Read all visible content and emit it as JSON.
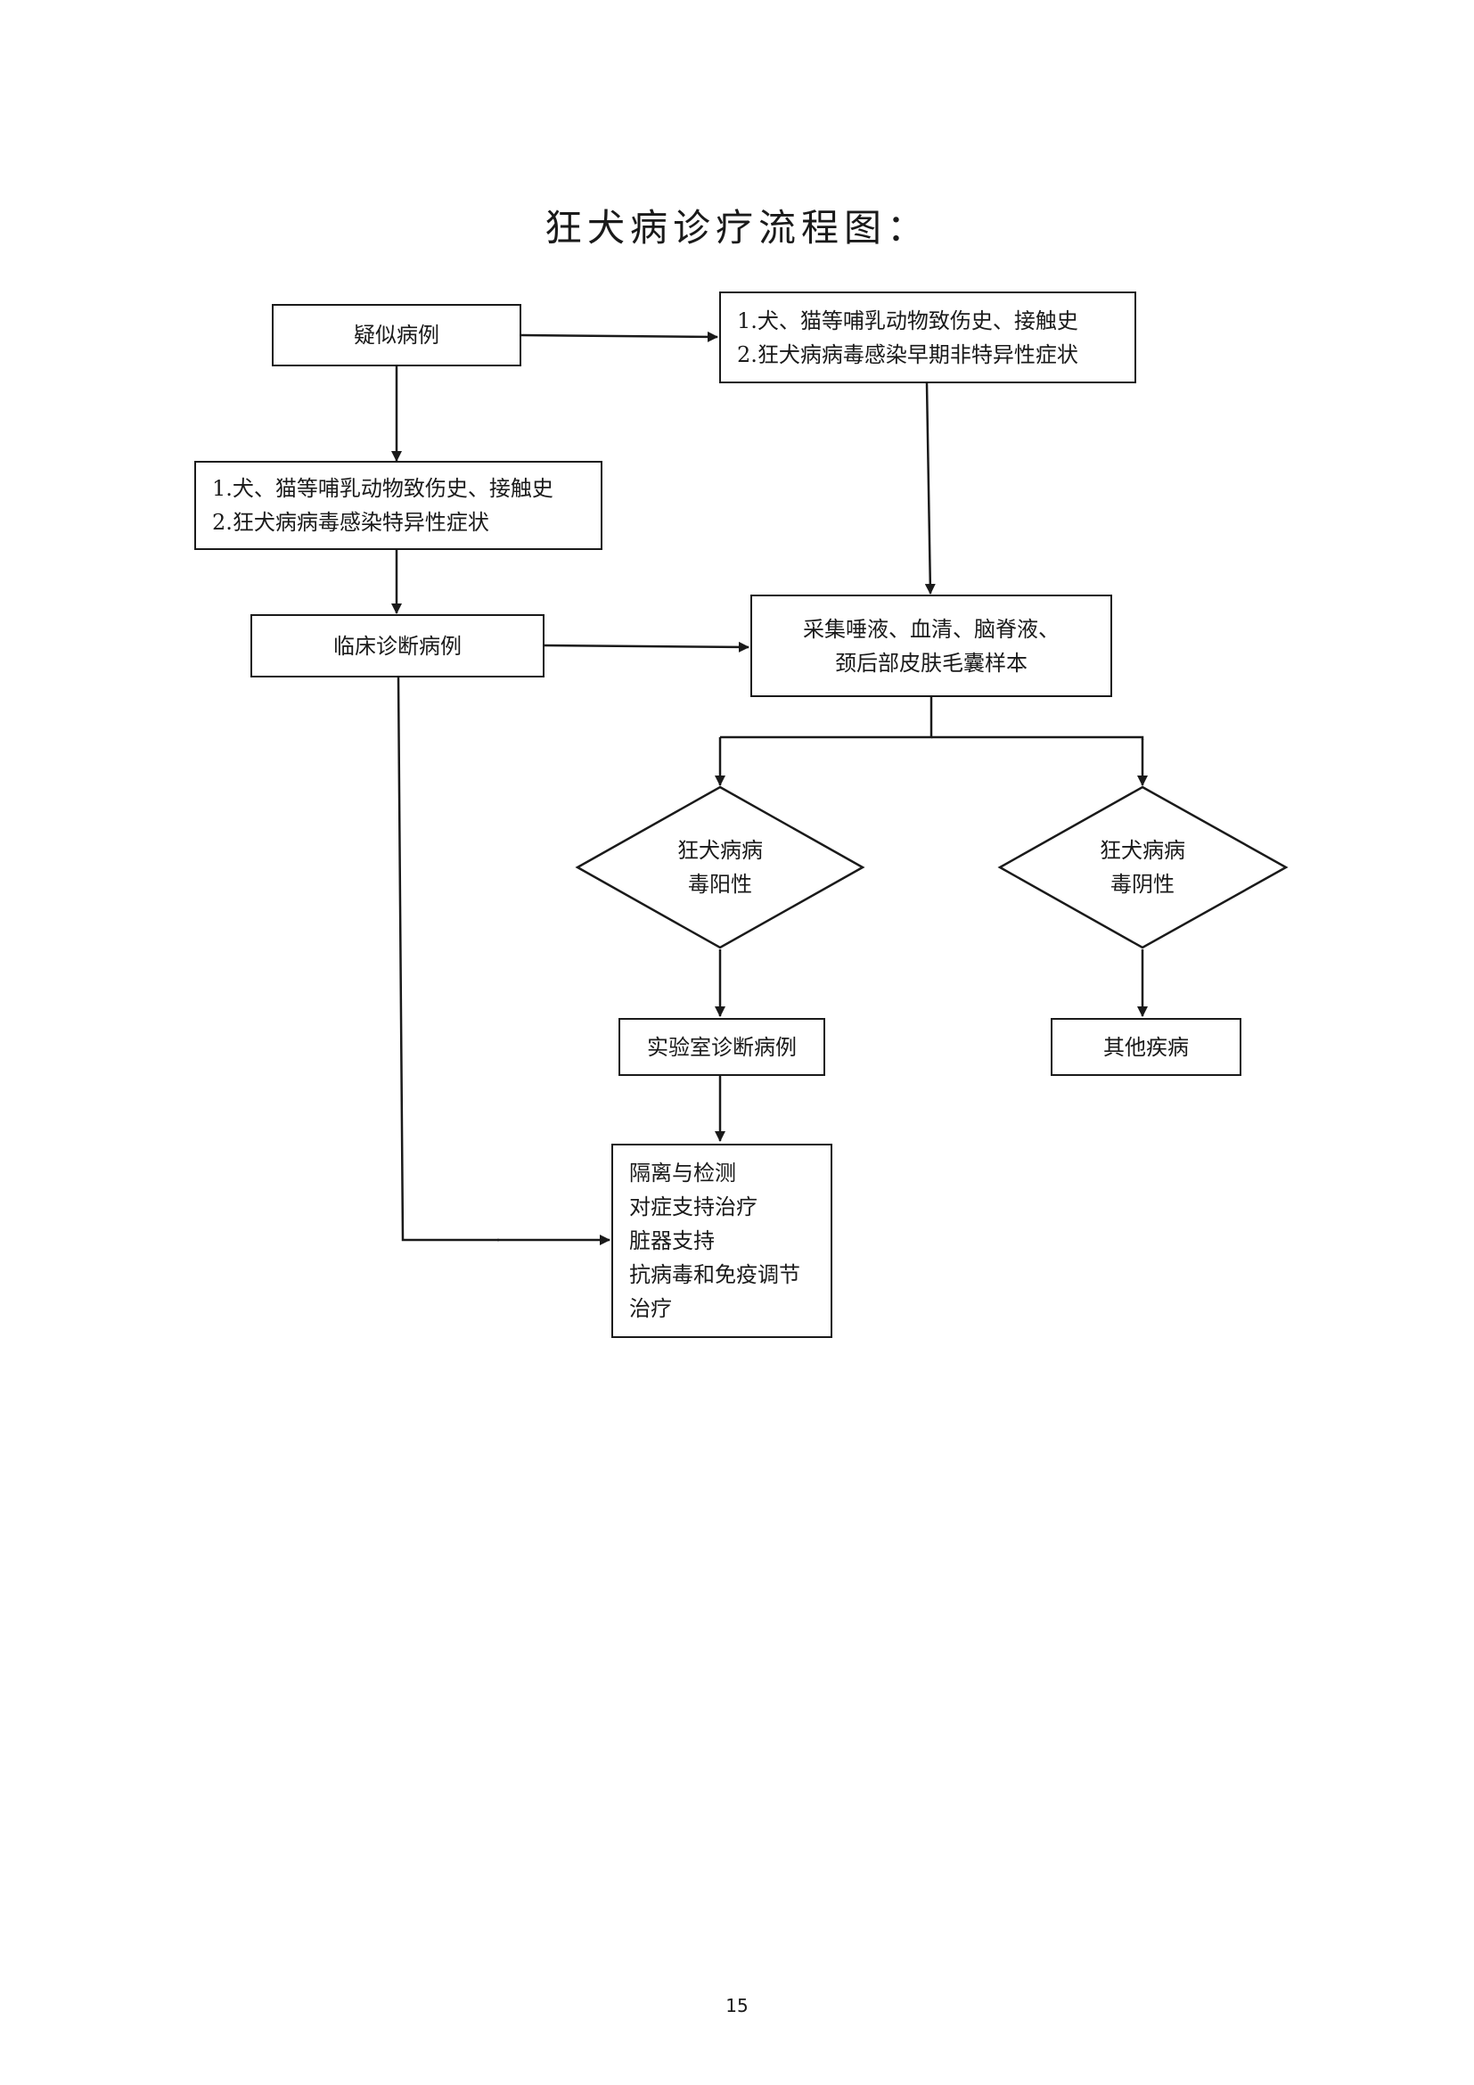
{
  "title": "狂犬病诊疗流程图：",
  "nodes": {
    "suspected": {
      "lines": [
        "疑似病例"
      ]
    },
    "history_early": {
      "lines": [
        "1.犬、猫等哺乳动物致伤史、接触史",
        "2.狂犬病病毒感染早期非特异性症状"
      ]
    },
    "history_specific": {
      "lines": [
        "1.犬、猫等哺乳动物致伤史、接触史",
        "2.狂犬病病毒感染特异性症状"
      ]
    },
    "clinical": {
      "lines": [
        "临床诊断病例"
      ]
    },
    "sample": {
      "lines": [
        "采集唾液、血清、脑脊液、",
        "颈后部皮肤毛囊样本"
      ]
    },
    "positive": {
      "lines": [
        "狂犬病病",
        "毒阳性"
      ]
    },
    "negative": {
      "lines": [
        "狂犬病病",
        "毒阴性"
      ]
    },
    "lab_confirmed": {
      "lines": [
        "实验室诊断病例"
      ]
    },
    "other": {
      "lines": [
        "其他疾病"
      ]
    },
    "treatment": {
      "lines": [
        "隔离与检测",
        "对症支持治疗",
        "脏器支持",
        "抗病毒和免疫调节",
        "治疗"
      ]
    }
  },
  "page_number": "15"
}
